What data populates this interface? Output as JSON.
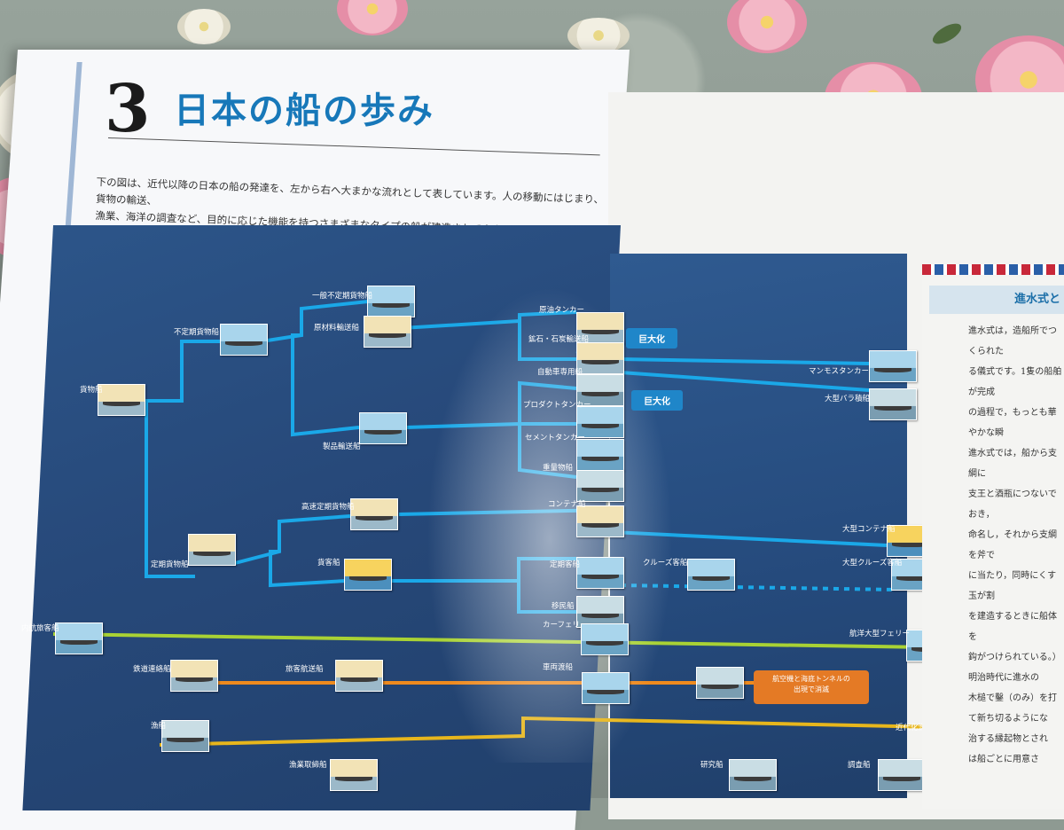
{
  "chapter": {
    "number": "3",
    "title": "日本の船の歩み",
    "intro_line1": "下の図は、近代以降の日本の船の発達を、左から右へ大まかな流れとして表しています。人の移動にはじまり、貨物の輸送、",
    "intro_line2": "漁業、海洋の調査など、目的に応じた機能を持つさまざまなタイプの船が建造されてきました。"
  },
  "ship_labels": {
    "cargo": "貨物船",
    "tramp": "不定期貨物船",
    "general_tramp": "一般不定期貨物船",
    "raw_material": "原材料輸送船",
    "product": "製品輸送船",
    "crude_tanker": "原油タンカー",
    "ore_coal": "鉱石・石炭輸送船",
    "car_carrier": "自動車専用船",
    "product_tanker": "プロダクトタンカー",
    "cement_tanker": "セメントタンカー",
    "heavy_lift": "重量物船",
    "liner": "定期貨物船",
    "fast_liner": "高速定期貨物船",
    "container": "コンテナ船",
    "cargo_passenger": "貨客船",
    "scheduled_passenger": "定期客船",
    "emigrant": "移民船",
    "cruise": "クルーズ客船",
    "large_cruise": "大型クルーズ客船",
    "large_container": "大型コンテナ船",
    "mammoth_tanker": "マンモスタンカー",
    "large_bulk": "大型バラ積船",
    "coastal_passenger": "内航旅客船",
    "car_ferry": "カーフェリー",
    "ocean_ferry": "航洋大型フェリー",
    "rail_ferry": "鉄道連絡船",
    "passenger_cargo": "旅客航送船",
    "vehicle_ferry": "車両渡船",
    "fishing": "漁船",
    "fishing_training": "漁業取締船",
    "modern_fishing": "近代化漁船",
    "research": "研究船",
    "survey": "調査船"
  },
  "callouts": {
    "enlarge_1": "巨大化",
    "enlarge_2": "巨大化",
    "decline_line1": "航空機と海底トンネルの",
    "decline_line2": "出現で消滅"
  },
  "sidebar": {
    "heading": "進水式と",
    "body": "進水式は，造船所でつくられた\nる儀式です。1隻の船舶が完成\nの過程で，もっとも華やかな瞬\n進水式では，船から支綱に\n支王と酒瓶につないでおき，\n命名し，それから支綱を斧で\nに当たり，同時にくす玉が割\nを建造するときに船体を\n鈎がつけられている。）\n明治時代に進水の\n木槌で鑿（のみ）を打\nて新ち切るようにな\n治する縁起物とされ\nは船ごとに用意さ\nシャンパンが一般\n台もあります。\nまた，進水式\n記念品が特\n今でも大き\nすが，船が\nに水を注\nも登場し\nめ，船主\nして進水"
  },
  "colors": {
    "blue_line": "#1aa8e8",
    "green_line": "#a9d234",
    "orange_line": "#ee8a1e",
    "yellow_line": "#e7b61c",
    "title_blue": "#1778b9"
  }
}
